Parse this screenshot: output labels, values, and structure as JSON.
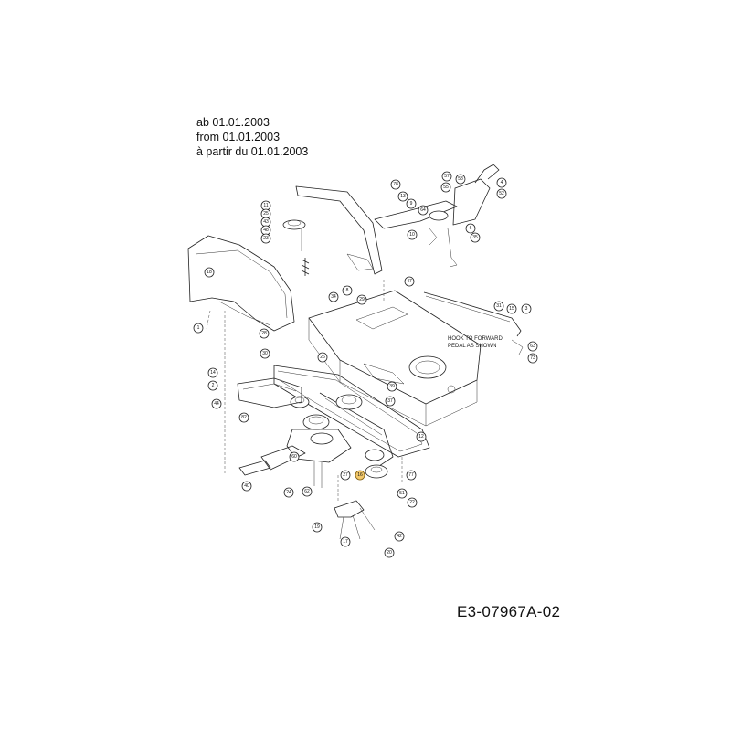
{
  "dates": [
    "ab 01.01.2003",
    "from 01.01.2003",
    "à partir du 01.01.2003"
  ],
  "assembly_note": [
    "HOOK TO FORWARD",
    "PEDAL AS SHOWN"
  ],
  "reference_code": "E3-07967A-02",
  "highlight_color": "#f3c96b",
  "callouts": [
    "11",
    "25",
    "43",
    "48",
    "23",
    "18",
    "1",
    "28",
    "30",
    "14",
    "2",
    "44",
    "82",
    "40",
    "24",
    "62",
    "27",
    "16",
    "77",
    "51",
    "22",
    "17",
    "42",
    "19",
    "20",
    "78",
    "13",
    "9",
    "64",
    "57",
    "58",
    "55",
    "4",
    "52",
    "34",
    "8",
    "10",
    "6",
    "35",
    "47",
    "31",
    "15",
    "3",
    "29",
    "63",
    "73",
    "39",
    "37",
    "12",
    "26",
    "60"
  ]
}
